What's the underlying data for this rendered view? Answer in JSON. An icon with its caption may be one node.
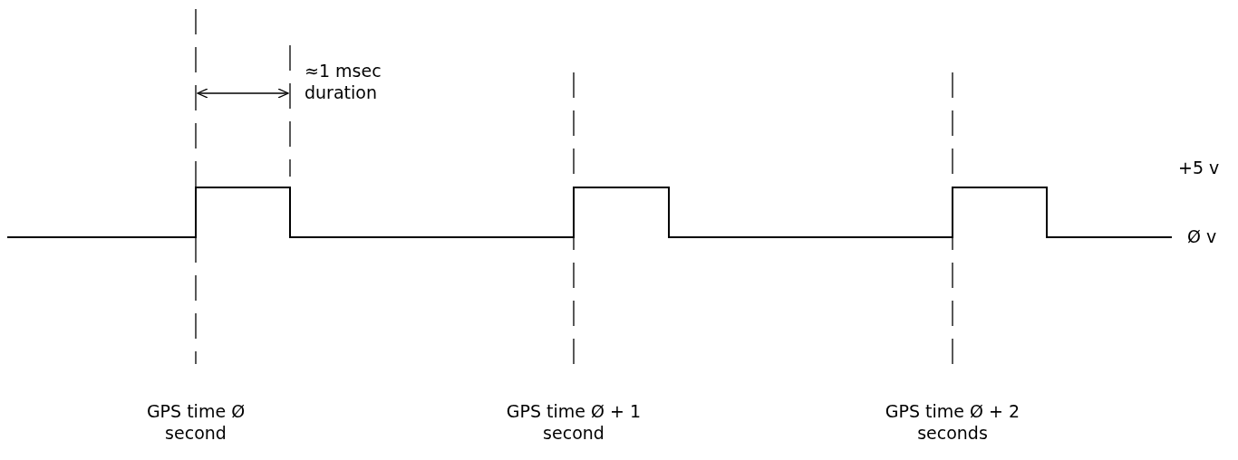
{
  "diagram": {
    "labels": [
      "≈1 msec duration",
      "+5 v",
      "Ø v",
      "GPS time Ø second",
      "GPS time Ø + 1 second",
      "GPS time Ø + 2 seconds"
    ]
  }
}
